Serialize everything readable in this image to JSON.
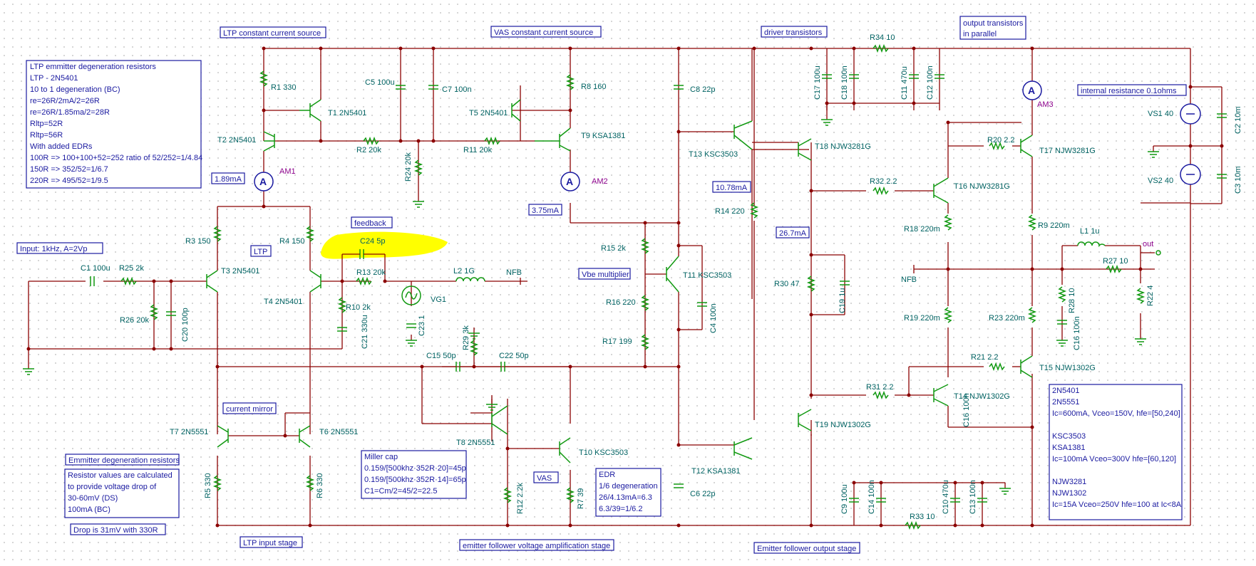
{
  "boxes": {
    "ltp_ccs": "LTP constant current source",
    "vas_ccs": "VAS constant current source",
    "driver": "driver transistors",
    "out_par": [
      "output transistors",
      "in parallel"
    ],
    "int_res": "internal resistance 0.1ohms",
    "ltp_edr": [
      "LTP emmitter degeneration resistors",
      "LTP - 2N5401",
      "10 to 1 degeneration (BC)",
      "re=26R/2mA/2=26R",
      "re=26R/1.85ma/2=28R",
      "Rltp=52R",
      "Rltp=56R",
      "With added EDRs",
      "100R => 100+100+52=252 ratio of 52/252=1/4.84",
      "150R => 352/52=1/6.7",
      "220R =>  495/52=1/9.5"
    ],
    "am1_val": "1.89mA",
    "am2_val": "3.75mA",
    "t13_val": "10.78mA",
    "t14_val": "26.7mA",
    "input": "Input: 1kHz, A=2Vp",
    "ltp": "LTP",
    "feedback": "feedback",
    "vbe": "Vbe multiplier",
    "current_mirror": "current mirror",
    "edr_title": "Emmitter degeneration resistors",
    "edr_note": [
      "Resistor values are calculated",
      " to provide voltage drop of",
      "30-60mV (DS)",
      "100mA (BC)"
    ],
    "drop": "Drop is 31mV with 330R",
    "miller": [
      "Miller cap",
      "0.159/[500khz·352R·20]=45p",
      "0.159/[500khz·352R·14]=65p",
      "C1=Cm/2=45/2=22.5"
    ],
    "vas": "VAS",
    "edr2": [
      "EDR",
      "1/6 degeneration",
      "26/4.13mA=6.3",
      "6.3/39=1/6.2"
    ],
    "ltp_input": "LTP input stage",
    "ef_vas": "emitter follower voltage amplification stage",
    "ef_out": "Emitter follower output stage",
    "spec": [
      "2N5401",
      "2N5551",
      "Ic=600mA, Vceo=150V, hfe=[50,240]",
      "",
      "KSC3503",
      "KSA1381",
      "Ic=100mA Vceo=300V hfe=[60,120]",
      "",
      "NJW3281",
      "NJW1302",
      "Ic=15A Vceo=250V hfe=100 at Ic<8A"
    ]
  },
  "labels": {
    "R1": "R1 330",
    "T1": "T1 2N5401",
    "T2": "T2 2N5401",
    "R2": "R2 20k",
    "AM1": "AM1",
    "C5": "C5 100u",
    "C7": "C7 100n",
    "R24": "R24 20k",
    "R11": "R11 20k",
    "T5": "T5 2N5401",
    "R8": "R8 160",
    "T9": "T9 KSA1381",
    "AM2": "AM2",
    "C8": "C8 22p",
    "T13": "T13 KSC3503",
    "T18": "T18 NJW3281G",
    "R14": "R14 220",
    "R34": "R34 10",
    "C17": "C17 100u",
    "C18": "C18 100n",
    "C11": "C11 470u",
    "C12": "C12 100n",
    "AM3": "AM3",
    "VS1": "VS1 40",
    "C2": "C2 10m",
    "VS2": "VS2 40",
    "C3": "C3 10m",
    "R20": "R20 2.2",
    "T17": "T17 NJW3281G",
    "R32": "R32 2.2",
    "T16": "T16 NJW3281G",
    "R18": "R18 220m",
    "R9": "R9 220m",
    "L1": "L1 1u",
    "out": "out",
    "R27": "R27 10",
    "NFB2": "NFB",
    "R28": "R28 10",
    "R22": "R22 4",
    "C16": "C16 100n",
    "R19": "R19 220m",
    "R23": "R23 220m",
    "R21": "R21 2.2",
    "T15": "T15 NJW1302G",
    "R31": "R31 2.2",
    "T14": "T14 NJW1302G",
    "T19": "T19 NJW1302G",
    "R30": "R30 47",
    "C19": "C19 1u",
    "R3": "R3 150",
    "R4": "R4 150",
    "C24": "C24 5p",
    "R13": "R13 20k",
    "L2": "L2 1G",
    "NFB1": "NFB",
    "VG1": "VG1",
    "C23": "C23 1",
    "C1": "C1 100u",
    "R25": "R25 2k",
    "T3": "T3 2N5401",
    "T4": "T4 2N5401",
    "R26": "R26 20k",
    "C20": "C20 100p",
    "R10": "R10 2k",
    "C21": "C21 330u",
    "R15": "R15 2k",
    "T11": "T11 KSC3503",
    "R16": "R16 220",
    "C4": "C4 100n",
    "R17": "R17 199",
    "C15": "C15 50p",
    "R29": "R29 3k",
    "C22": "C22 50p",
    "T7": "T7 2N5551",
    "T6": "T6 2N5551",
    "T8": "T8 2N5551",
    "T10": "T10 KSC3503",
    "R5": "R5 330",
    "R6": "R6 330",
    "R12": "R12 2.2k",
    "R7": "R7 39",
    "T12": "T12 KSA1381",
    "C6": "C6 22p",
    "C9": "C9 100u",
    "C14": "C14 100n",
    "R33": "R33 10",
    "C10": "C10 470u",
    "C13": "C13 100n"
  }
}
